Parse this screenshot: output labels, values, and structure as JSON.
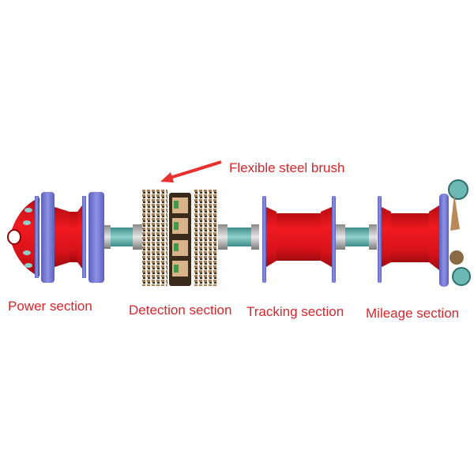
{
  "diagram": {
    "annotation": {
      "text": "Flexible steel brush",
      "arrow_color": "#e8302e"
    },
    "sections": [
      {
        "label": "Power section"
      },
      {
        "label": "Detection section"
      },
      {
        "label": "Tracking section"
      },
      {
        "label": "Mileage section"
      }
    ],
    "colors": {
      "body_red": "#e4141b",
      "flange_blue": "#7b7fd6",
      "bellows_teal": "#5aa7a5",
      "brush_tan": "#b89a72",
      "label_red": "#d9252a"
    }
  }
}
